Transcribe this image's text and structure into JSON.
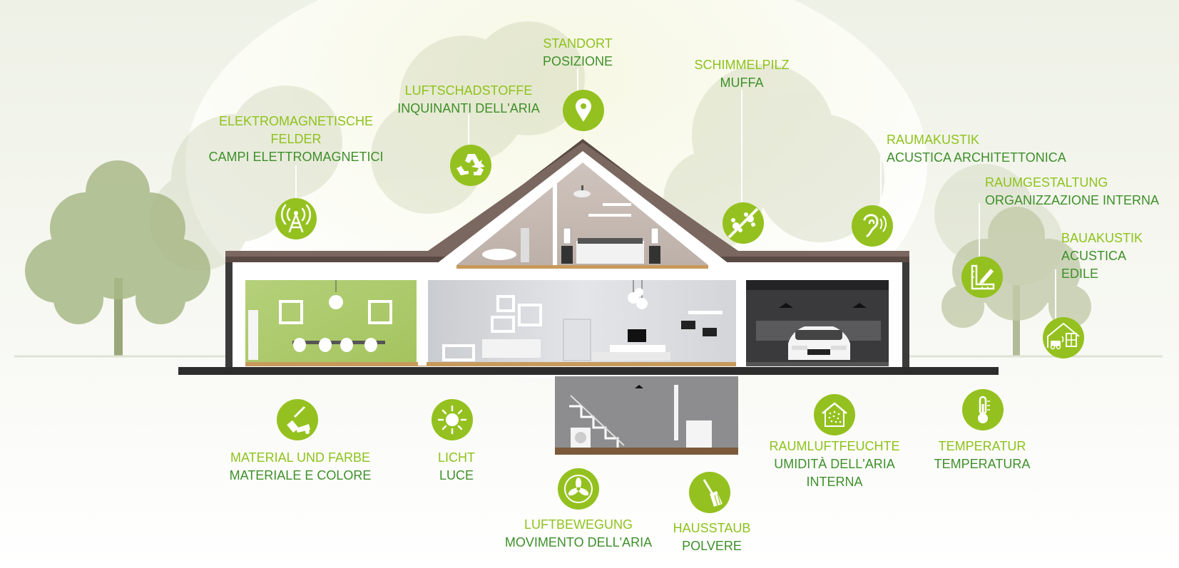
{
  "colors": {
    "icon_green": "#94c11f",
    "label_de": "#8ec21c",
    "label_it": "#3e8f2a",
    "tree": "#a7b58a",
    "roof": "#5a4a44"
  },
  "labels": {
    "standort": {
      "de": "STANDORT",
      "it": "POSIZIONE",
      "icon": "location-pin-icon"
    },
    "luftschadstoffe": {
      "de": "LUFTSCHADSTOFFE",
      "it": "INQUINANTI DELL'ARIA",
      "icon": "recycle-icon"
    },
    "elektromagnetische": {
      "de1": "ELEKTROMAGNETISCHE",
      "de2": "FELDER",
      "it": "CAMPI ELETTROMAGNETICI",
      "icon": "antenna-tower-icon"
    },
    "schimmelpilz": {
      "de": "SCHIMMELPILZ",
      "it": "MUFFA",
      "icon": "mold-crossed-icon"
    },
    "raumakustik": {
      "de": "RAUMAKUSTIK",
      "it": "ACUSTICA ARCHITETTONICA",
      "icon": "ear-icon"
    },
    "raumgestaltung": {
      "de": "RAUMGESTALTUNG",
      "it": "ORGANIZZAZIONE INTERNA",
      "icon": "ruler-pencil-icon"
    },
    "bauakustik": {
      "de": "BAUAKUSTIK",
      "it1": "ACUSTICA",
      "it2": "EDILE",
      "icon": "house-noise-icon"
    },
    "material": {
      "de": "MATERIAL UND FARBE",
      "it": "MATERIALE E COLORE",
      "icon": "paint-tools-icon"
    },
    "licht": {
      "de": "LICHT",
      "it": "LUCE",
      "icon": "sun-icon"
    },
    "luftbewegung": {
      "de": "LUFTBEWEGUNG",
      "it": "MOVIMENTO DELL'ARIA",
      "icon": "fan-icon"
    },
    "hausstaub": {
      "de": "HAUSSTAUB",
      "it": "POLVERE",
      "icon": "broom-icon"
    },
    "raumluftfeuchte": {
      "de": "RAUMLUFTFEUCHTE",
      "it1": "UMIDITÀ DELL'ARIA",
      "it2": "INTERNA",
      "icon": "humidity-house-icon"
    },
    "temperatur": {
      "de": "TEMPERATUR",
      "it": "TEMPERATURA",
      "icon": "thermometer-icon"
    }
  }
}
